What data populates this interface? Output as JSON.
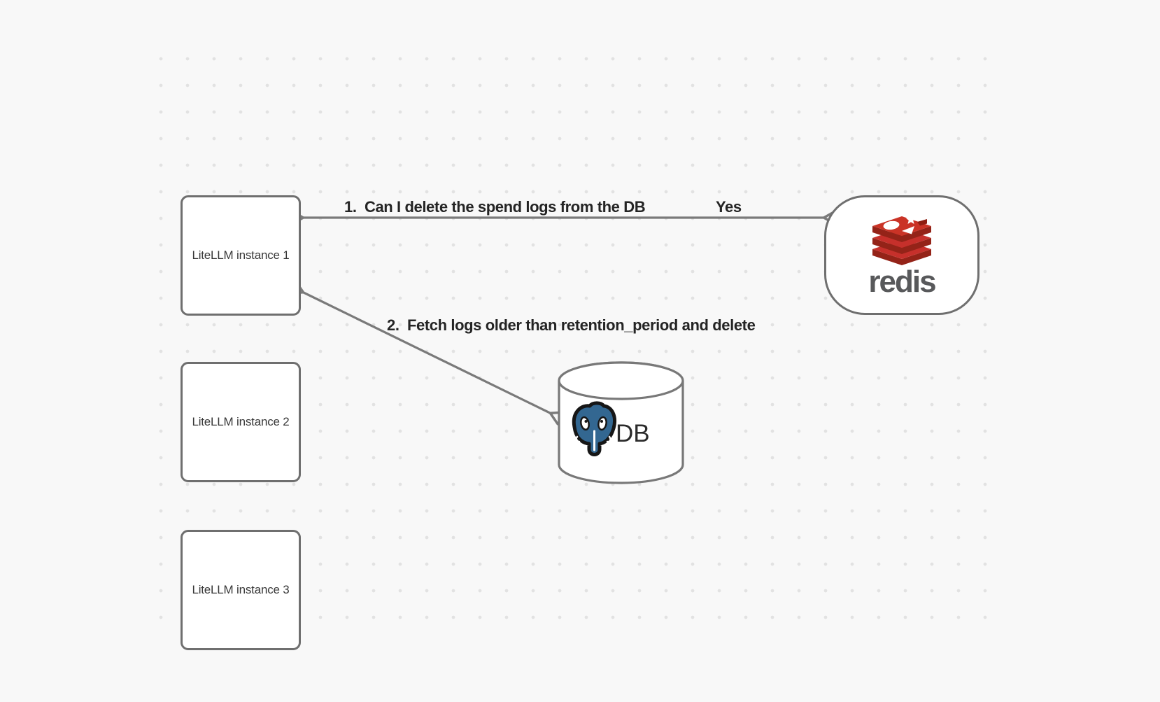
{
  "canvas": {
    "background_color": "#f8f8f8",
    "dot_color": "#e2e2e2"
  },
  "nodes": {
    "instances": [
      {
        "label": "LiteLLM instance 1"
      },
      {
        "label": "LiteLLM instance 2"
      },
      {
        "label": "LiteLLM instance 3"
      }
    ],
    "redis": {
      "wordmark": "redis",
      "icon": "redis-stack-icon",
      "brand_red": "#c6302b",
      "brand_red_dark": "#942318",
      "wordmark_color": "#58595b"
    },
    "database": {
      "label": "DB",
      "icon": "postgresql-elephant-icon",
      "postgres_blue": "#336791"
    }
  },
  "arrows": [
    {
      "id": "instance1-redis",
      "direction": "bidirectional",
      "label": "1.  Can I delete the spend logs from the DB",
      "response": "Yes"
    },
    {
      "id": "instance1-db",
      "direction": "bidirectional",
      "label": "2.  Fetch logs older than retention_period and delete"
    }
  ],
  "colors": {
    "arrow": "#7a7a7a",
    "node_border": "#6f6f6f",
    "label_text": "#242424"
  }
}
